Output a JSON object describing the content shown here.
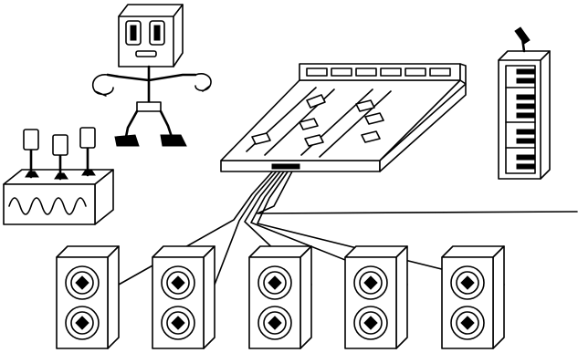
{
  "colors": {
    "ink": "#000000",
    "paper": "#ffffff"
  },
  "scene": {
    "robot": {
      "icon": "robot-icon"
    },
    "synthesizer": {
      "icon": "synthesizer-icon",
      "knob_count": 3
    },
    "mixer": {
      "icon": "mixing-console-icon",
      "fader_channels": 4,
      "meter_segments": 6
    },
    "keytar": {
      "icon": "keytar-icon"
    },
    "speakers": {
      "icon": "speaker-cabinet-icon",
      "count": 5
    }
  }
}
